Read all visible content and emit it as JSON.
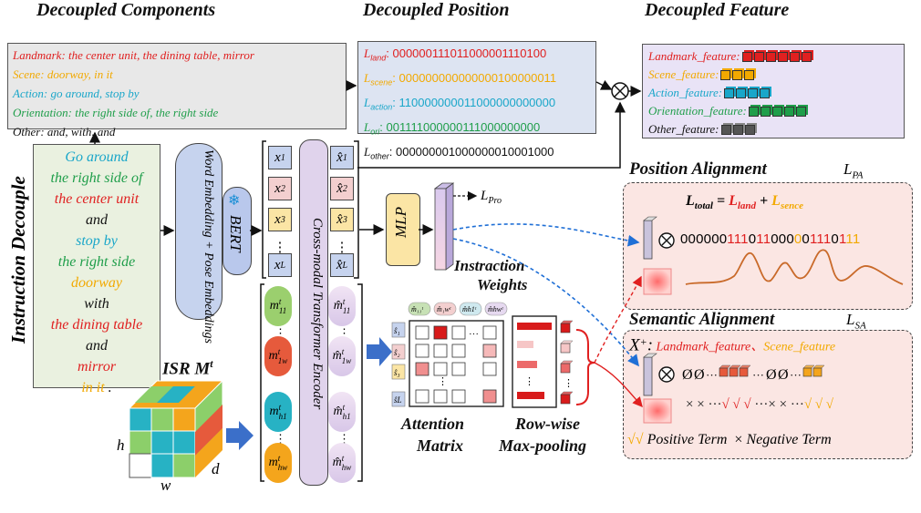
{
  "components": {
    "title": "Decoupled Components",
    "landmark_label": "Landmark:",
    "landmark_text": " the center unit, the dining table, mirror",
    "scene_label": "Scene:",
    "scene_text": " doorway, in it",
    "action_label": "Action:",
    "action_text": " go around, stop by",
    "orientation_label": "Orientation:",
    "orientation_text": "  the right side of, the right side",
    "other_label": "Other:",
    "other_text": "  and, with, and"
  },
  "position": {
    "title": "Decoupled Position",
    "rows": [
      {
        "label": "L",
        "sub": "land",
        "bits": "000000111011000001110100",
        "color": "#e02020"
      },
      {
        "label": "L",
        "sub": "scene",
        "bits": "000000000000000100000011",
        "color": "#f2a900"
      },
      {
        "label": "L",
        "sub": "action",
        "bits": "110000000011000000000000",
        "color": "#19a6c9"
      },
      {
        "label": "L",
        "sub": "ori",
        "bits": "001111000000111000000000",
        "color": "#1f9e4a"
      },
      {
        "label": "L",
        "sub": "other",
        "bits": "000000001000000010001000",
        "color": "#111111"
      }
    ]
  },
  "feature": {
    "title": "Decoupled Feature",
    "rows": [
      {
        "label": "Landmark_feature:",
        "color": "#e02020"
      },
      {
        "label": "Scene_feature:",
        "color": "#f2a900"
      },
      {
        "label": "Action_feature:",
        "color": "#19a6c9"
      },
      {
        "label": "Orientation_feature:",
        "color": "#1f9e4a"
      },
      {
        "label": "Other_feature:",
        "color": "#111111"
      }
    ]
  },
  "instruction": {
    "side_label": "Instruction Decouple",
    "lines": [
      {
        "text": "Go around",
        "color": "#19a6c9"
      },
      {
        "text": "the right side of",
        "color": "#1f9e4a"
      },
      {
        "text": "the center unit",
        "color": "#e02020"
      },
      {
        "text": "and",
        "color": "#111111"
      },
      {
        "text": "stop by",
        "color": "#19a6c9"
      },
      {
        "text": "the right side",
        "color": "#1f9e4a"
      },
      {
        "text": "doorway",
        "color": "#f2a900"
      },
      {
        "text": "with",
        "color": "#111111"
      },
      {
        "text": "the dining table",
        "color": "#e02020"
      },
      {
        "text": "and",
        "color": "#111111"
      },
      {
        "text": "mirror",
        "color": "#e02020"
      },
      {
        "text": "in it",
        "color": "#f2a900"
      }
    ],
    "end_dot": "."
  },
  "embedding": {
    "label": "Word Embedding + Pose Embeddings",
    "bert": "BERT",
    "snow_icon": "snowflake-icon"
  },
  "tokens": {
    "x": [
      "x1",
      "x2",
      "x3",
      "…",
      "xL"
    ],
    "xhat": [
      "x̂1",
      "x̂2",
      "x̂3",
      "…",
      "x̂L"
    ]
  },
  "encoder": {
    "label": "Cross-modal Transformer Encoder"
  },
  "mlp": {
    "label": "MLP",
    "loss": "L",
    "loss_sub": "Pro",
    "weights_caption_1": "Instraction",
    "weights_caption_2": "Weights"
  },
  "isr": {
    "title": "ISR M",
    "title_sup": "t",
    "h": "h",
    "w": "w",
    "d": "d"
  },
  "m_tokens": [
    {
      "sup": "t",
      "sub": "11",
      "color": "#9bcf6e"
    },
    {
      "sup": "t",
      "sub": "1w",
      "color": "#e65a3c"
    },
    {
      "sup": "t",
      "sub": "h1",
      "color": "#27b2c4"
    },
    {
      "sup": "t",
      "sub": "hw",
      "color": "#f4a51c"
    }
  ],
  "attention": {
    "caption_1": "Attention",
    "caption_2": "Matrix",
    "col_headers": [
      "m̂₁₁ᵗ",
      "m̂₁wᵗ",
      "m̂h1ᵗ",
      "m̂hwᵗ"
    ],
    "row_headers": [
      "ŝ₁",
      "ŝ₂",
      "ŝ₃",
      "ŝL"
    ]
  },
  "maxpool": {
    "caption_1": "Row-wise",
    "caption_2": "Max-pooling"
  },
  "position_alignment": {
    "title": "Position Alignment",
    "loss": "L",
    "loss_sub": "PA",
    "eq_lhs": "L",
    "eq_lhs_sub": "total",
    "eq_eq": " = ",
    "eq_t1": "L",
    "eq_t1_sub": "land",
    "eq_plus": " + ",
    "eq_t2": "L",
    "eq_t2_sub": "sence",
    "bits": "000000111011000001110111"
  },
  "semantic_alignment": {
    "title": "Semantic Alignment",
    "loss": "L",
    "loss_sub": "SA",
    "xplus": "X",
    "xplus_sup": "+",
    "xplus_colon": ":",
    "landmark": "Landmark_feature",
    "sep": "、",
    "scene": "Scene_feature",
    "row2": "×  × ···√ √ √ ···× × ···√ √ √",
    "legend_pos": "Positive Term",
    "legend_neg": "Negative Term"
  },
  "colors": {
    "red": "#e02020",
    "orange": "#f2a900",
    "cyan": "#19a6c9",
    "green": "#1f9e4a",
    "mlp_yellow": "#fbe5a5"
  }
}
